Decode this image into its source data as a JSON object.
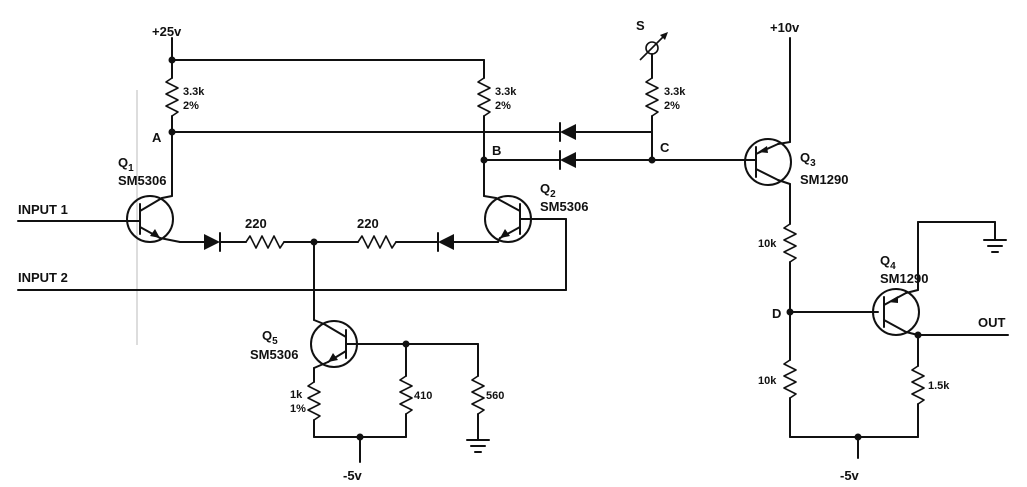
{
  "supplies": {
    "vcc_left": "+25v",
    "vcc_right": "+10v",
    "vee_q5": "-5v",
    "vee_out": "-5v"
  },
  "nodes": {
    "a": "A",
    "b": "B",
    "c": "C",
    "d": "D",
    "s": "S"
  },
  "inputs": {
    "input1": "INPUT 1",
    "input2": "INPUT 2"
  },
  "output": "OUT",
  "transistors": {
    "q1": {
      "ref": "Q",
      "sub": "1",
      "part": "SM5306"
    },
    "q2": {
      "ref": "Q",
      "sub": "2",
      "part": "SM5306"
    },
    "q3": {
      "ref": "Q",
      "sub": "3",
      "part": "SM1290"
    },
    "q4": {
      "ref": "Q",
      "sub": "4",
      "part": "SM1290"
    },
    "q5": {
      "ref": "Q",
      "sub": "5",
      "part": "SM5306"
    }
  },
  "resistors": {
    "r_a": {
      "value": "3.3k",
      "tol": "2%"
    },
    "r_b": {
      "value": "3.3k",
      "tol": "2%"
    },
    "r_c": {
      "value": "3.3k",
      "tol": "2%"
    },
    "r_220_left": "220",
    "r_220_right": "220",
    "r_q5_emitter": {
      "value": "1k",
      "tol": "1%"
    },
    "r_410": "410",
    "r_560": "560",
    "r_q3_10k": "10k",
    "r_d_10k": "10k",
    "r_1_5k": "1.5k"
  }
}
